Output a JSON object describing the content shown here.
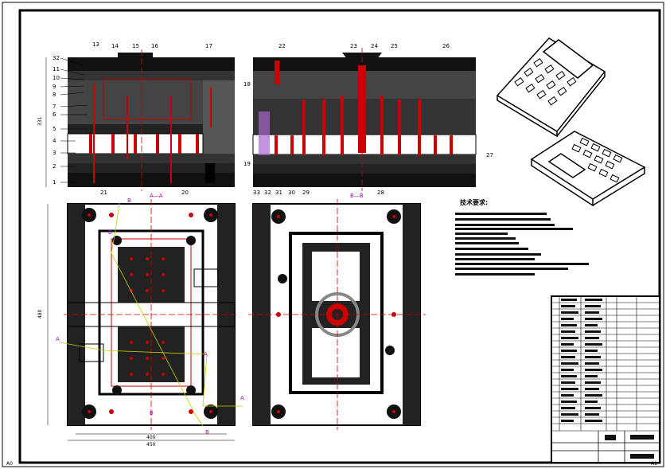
{
  "drawing": {
    "sheet_corner_left": "A0",
    "sheet_corner_right": "A1"
  },
  "section_view": {
    "part_numbers_left": [
      "32",
      "11",
      "10",
      "9",
      "8",
      "7",
      "6",
      "5",
      "4",
      "3",
      "2",
      "1"
    ],
    "part_numbers_top": [
      "13",
      "14",
      "15",
      "16",
      "17"
    ],
    "part_numbers_right_top": [
      "22",
      "23",
      "24",
      "25",
      "26"
    ],
    "part_numbers_mid": [
      "18",
      "19",
      "27"
    ],
    "part_numbers_bottom": [
      "21",
      "20",
      "33",
      "32",
      "31",
      "30",
      "29",
      "28"
    ],
    "height_dim": "331"
  },
  "plan_view": {
    "section_labels": {
      "aa": "A—A",
      "bb": "B—B"
    },
    "cut_markers": {
      "a": "A",
      "b": "B"
    },
    "width_inner": "400",
    "width_outer": "450",
    "height": "480"
  },
  "notes": {
    "title": "技术要求:"
  }
}
